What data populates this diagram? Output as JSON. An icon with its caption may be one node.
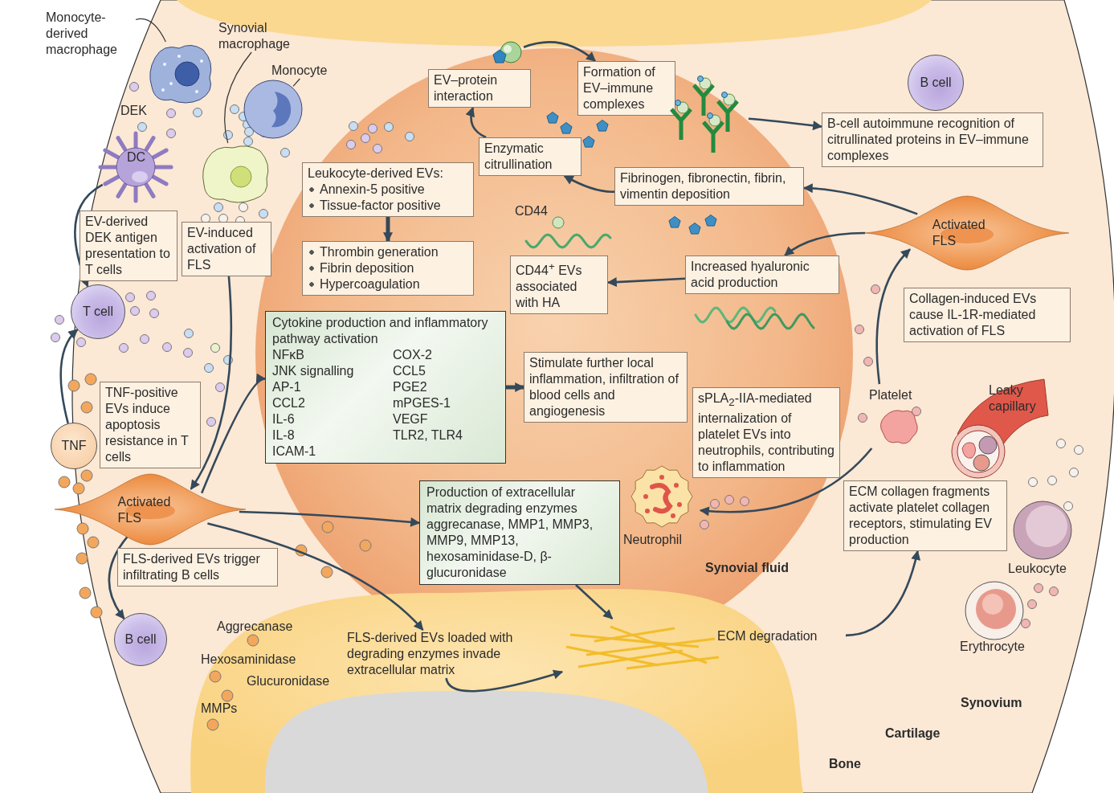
{
  "diagram": {
    "nodes": [
      {
        "text": [
          "Monocyte-derived macrophage"
        ]
      },
      {
        "text": [],
        "shape": "picture"
      },
      {
        "text": [
          "Synovial macrophage"
        ]
      },
      {
        "text": [],
        "shape": "picture"
      },
      {
        "text": [
          "Monocyte"
        ]
      },
      {
        "text": [],
        "shape": "picture"
      },
      {
        "text": [
          "DC"
        ]
      },
      {
        "text": [
          "EV-derived DEK antigen presentation to T cells"
        ]
      },
      {
        "text": [
          "EV-induced activation of FLS"
        ]
      },
      {
        "text": [
          "T cell"
        ]
      },
      {
        "text": [
          "TNF"
        ]
      },
      {
        "text": [
          "TNF-positive EVs induce apoptosis resistance in T cells"
        ]
      },
      {
        "text": [
          "Activated FLS"
        ]
      },
      {
        "text": [
          "FLS-derived EVs trigger infiltrating B cells"
        ]
      },
      {
        "text": [
          "B cell"
        ]
      },
      {
        "text": [
          "Leukocyte-derived EVs:",
          "Annexin-5 positive",
          "Tissue-factor positive"
        ]
      },
      {
        "text": [
          "Thrombin generation",
          "Fibrin deposition",
          "Hypercoagulation"
        ]
      },
      {
        "text": [
          "Cytokine production and inflammatory pathway activation",
          "NFκB",
          "JNK signalling",
          "AP-1",
          "CCL2",
          "IL-6",
          "IL-8",
          "ICAM-1",
          "COX-2",
          "CCL5",
          "PGE2",
          "mPGES-1",
          "VEGF",
          "TLR2, TLR4"
        ]
      },
      {
        "text": [
          "Stimulate further local inflammation, infiltration of blood cells and angiogenesis"
        ]
      },
      {
        "text": [
          "EV–protein interaction"
        ]
      },
      {
        "text": [
          "Formation of EV–immune complexes"
        ]
      },
      {
        "text": [
          "Enzymatic citrullination"
        ]
      },
      {
        "text": [],
        "shape": "picture"
      },
      {
        "text": [],
        "shape": "picture"
      },
      {
        "text": [
          "B-cell autoimmune recognition of citrullinated proteins in EV–immune complexes"
        ]
      },
      {
        "text": [
          "B cell"
        ]
      },
      {
        "text": [
          "Fibrinogen, fibronectin, fibrin, vimentin deposition"
        ]
      },
      {
        "text": [
          "CD44$^{+}$ EVs associated with HA"
        ]
      },
      {
        "text": [
          "Increased hyaluronic acid production"
        ]
      },
      {
        "text": [
          "Activated FLS"
        ]
      },
      {
        "text": [
          "Collagen-induced EVs cause IL-1R-mediated activation of FLS"
        ]
      },
      {
        "text": [
          "Platelet"
        ]
      },
      {
        "text": [
          "sPLA$_{2}$-IIA-mediated internalization of platelet EVs into neutrophils, contributing to inflammation"
        ]
      },
      {
        "text": [
          "Neutrophil"
        ]
      },
      {
        "text": [
          "Production of extracellular matrix degrading enzymes aggrecanase, MMP1, MMP3, MMP9, MMP13, hexosaminidase-D, β-glucuronidase"
        ]
      },
      {
        "text": [
          "ECM collagen fragments activate platelet collagen receptors, stimulating EV production"
        ]
      },
      {
        "text": [
          "ECM degradation"
        ]
      },
      {
        "text": [],
        "shape": "picture"
      },
      {
        "text": [
          "FLS-derived EVs loaded with degrading enzymes invade extracellular matrix"
        ]
      },
      {
        "text": [
          "Leaky capillary"
        ]
      }
    ],
    "edges": [
      {
        "from": 0,
        "to": 1,
        "arrow": "none"
      },
      {
        "from": 2,
        "to": 3,
        "arrow": "none"
      },
      {
        "from": 4,
        "to": 5,
        "arrow": "none"
      },
      {
        "from": 6,
        "to": 9,
        "arrow": "to"
      },
      {
        "from": 10,
        "to": 9,
        "arrow": "to"
      },
      {
        "from": 8,
        "to": 12,
        "arrow": "to"
      },
      {
        "from": 12,
        "to": 17,
        "arrow": "to"
      },
      {
        "from": 12,
        "to": 14,
        "arrow": "to"
      },
      {
        "from": 12,
        "to": 34,
        "arrow": "to"
      },
      {
        "from": 12,
        "to": 38,
        "arrow": "to"
      },
      {
        "from": 38,
        "to": 37,
        "arrow": "to"
      },
      {
        "from": 34,
        "to": 37,
        "arrow": "to"
      },
      {
        "from": 36,
        "to": 35,
        "arrow": "to"
      },
      {
        "from": 15,
        "to": 16,
        "arrow": "to",
        "style": "thick"
      },
      {
        "from": 17,
        "to": 18,
        "arrow": "to",
        "style": "thick"
      },
      {
        "from": 21,
        "to": 19,
        "arrow": "to"
      },
      {
        "from": 22,
        "to": 20,
        "arrow": "to"
      },
      {
        "from": 23,
        "to": 24,
        "arrow": "to"
      },
      {
        "from": 26,
        "to": 21,
        "arrow": "to"
      },
      {
        "from": 29,
        "to": 26,
        "arrow": "to"
      },
      {
        "from": 29,
        "to": 28,
        "arrow": "to"
      },
      {
        "from": 28,
        "to": 27,
        "arrow": "to"
      },
      {
        "from": 31,
        "to": 29,
        "arrow": "to"
      },
      {
        "from": 31,
        "to": 33,
        "arrow": "to"
      }
    ],
    "labels": [
      "DEK",
      "CD44",
      "Aggrecanase",
      "Hexosaminidase",
      "Glucuronidase",
      "MMPs",
      "Synovial fluid",
      "Leukocyte",
      "Erythrocyte",
      "Synovium",
      "Cartilage",
      "Bone"
    ]
  }
}
